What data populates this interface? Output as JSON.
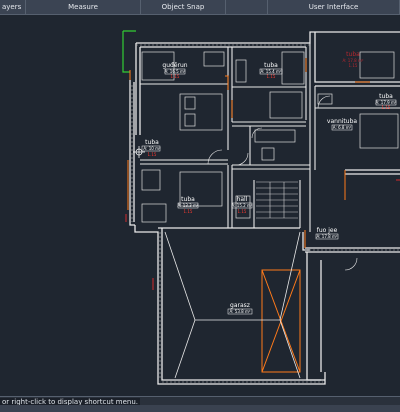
{
  "ribbon": {
    "tabs": [
      {
        "label": "ayers"
      },
      {
        "label": "Measure"
      },
      {
        "label": "Object Snap"
      },
      {
        "label": ""
      },
      {
        "label": "User Interface"
      }
    ]
  },
  "rooms": [
    {
      "name": "guđĕrun",
      "area": "A: 16.5 m²",
      "value": "1.15"
    },
    {
      "name": "tuba",
      "area": "A: 15.4 m²",
      "value": "1.15"
    },
    {
      "name": "tuba",
      "area": "A: 17.8 m²",
      "value": "1.15"
    },
    {
      "name": "tuba",
      "area": "A: 17.9 m²",
      "value": "1.15"
    },
    {
      "name": "vannituba",
      "area": "A: 6.8 m²",
      "value": ""
    },
    {
      "name": "tuba",
      "area": "A: 13.3 m²",
      "value": "1.15"
    },
    {
      "name": "hall",
      "area": "A: 15.2 m²",
      "value": "1.15"
    },
    {
      "name": "fuo jee",
      "area": "A: 17.8 m²",
      "value": ""
    },
    {
      "name": "garasz",
      "area": "A: 53.8 m²",
      "value": ""
    },
    {
      "name": "tuba",
      "area": "A: 10 m²",
      "value": "1.15"
    }
  ],
  "command": {
    "prompt": "or right-click to display shortcut menu."
  },
  "colors": {
    "wall": "#e9e9e9",
    "door": "#ff7a1a",
    "dimension": "#ff2d2d",
    "background": "#1f2630"
  }
}
